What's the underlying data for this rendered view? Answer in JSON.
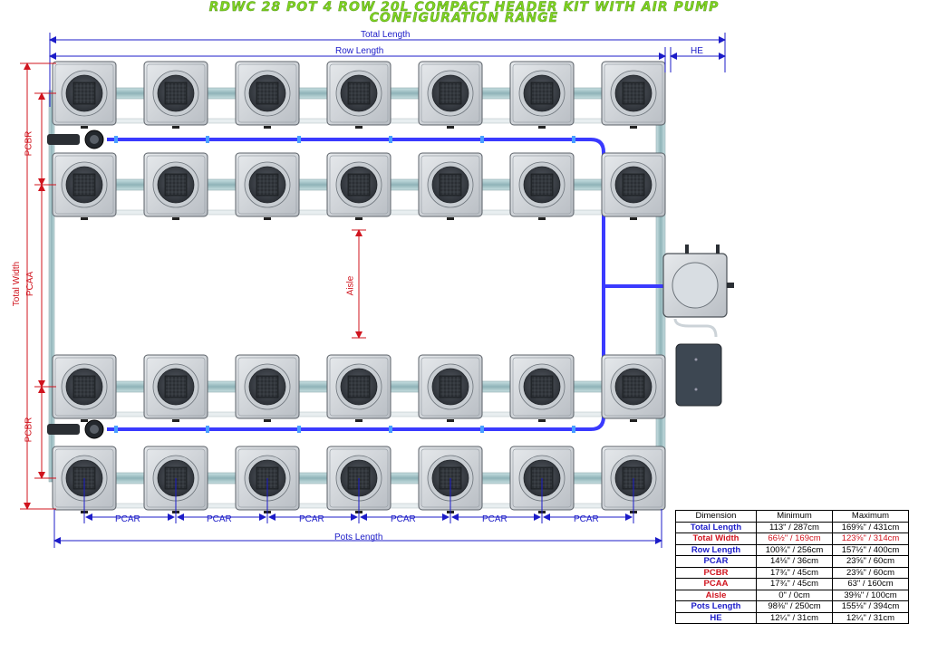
{
  "title": {
    "line1": "RDWC 28 POT 4 ROW 20L COMPACT HEADER KIT WITH AIR PUMP",
    "line2": "CONFIGURATION RANGE"
  },
  "labels": {
    "total_length": "Total Length",
    "row_length": "Row Length",
    "he": "HE",
    "pcbr": "PCBR",
    "pcaa": "PCAA",
    "total_width": "Total Width",
    "aisle": "Aisle",
    "pcar": "PCAR",
    "pots_length": "Pots Length"
  },
  "layout": {
    "rows": 4,
    "pots_per_row": 7
  },
  "colors": {
    "blue": "#1c1cc8",
    "red": "#d0141e",
    "title_green": "#7ed321",
    "pot_body": "#d6dade",
    "pot_dark": "#4a4f55",
    "pipe": "#a8c8cc",
    "hose": "#3a3aff"
  },
  "spec_table": {
    "headers": [
      "Dimension",
      "Minimum",
      "Maximum"
    ],
    "rows": [
      {
        "name": "Total Length",
        "min": "113\" / 287cm",
        "max": "169⅝\" / 431cm",
        "color": "blue"
      },
      {
        "name": "Total Width",
        "min": "66½\" / 169cm",
        "max": "123⅝\" / 314cm",
        "color": "red"
      },
      {
        "name": "Row Length",
        "min": "100¾\" / 256cm",
        "max": "157½\" / 400cm",
        "color": "blue"
      },
      {
        "name": "PCAR",
        "min": "14⅛\" / 36cm",
        "max": "23⅝\" / 60cm",
        "color": "blue"
      },
      {
        "name": "PCBR",
        "min": "17¾\" / 45cm",
        "max": "23⅝\" / 60cm",
        "color": "red"
      },
      {
        "name": "PCAA",
        "min": "17¾\" / 45cm",
        "max": "63\" / 160cm",
        "color": "red"
      },
      {
        "name": "Aisle",
        "min": "0\" / 0cm",
        "max": "39⅜\" / 100cm",
        "color": "red"
      },
      {
        "name": "Pots Length",
        "min": "98⅜\" / 250cm",
        "max": "155⅛\" / 394cm",
        "color": "blue"
      },
      {
        "name": "HE",
        "min": "12¼\" / 31cm",
        "max": "12¼\" / 31cm",
        "color": "blue"
      }
    ]
  }
}
